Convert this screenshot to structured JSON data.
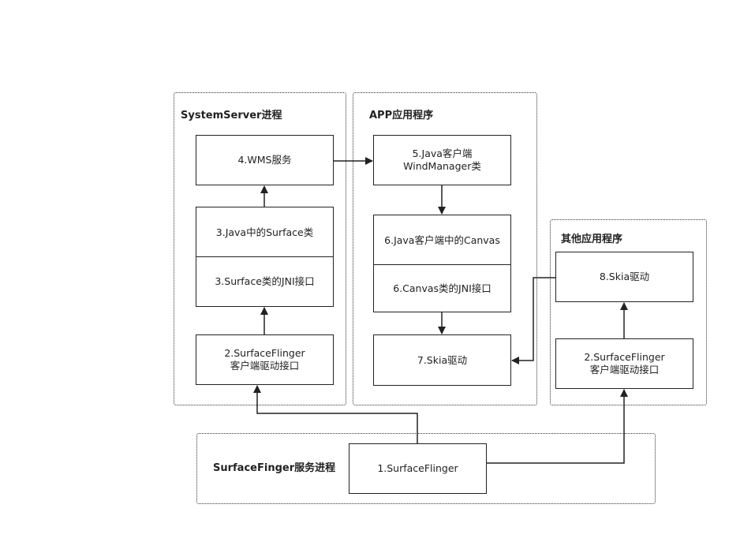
{
  "groups": {
    "systemserver": "SystemServer进程",
    "app": "APP应用程序",
    "other": "其他应用程序",
    "surfaceflinger": "SurfaceFinger服务进程"
  },
  "nodes": {
    "wms": [
      "4.WMS服务"
    ],
    "java_surface": [
      "3.Java中的Surface类"
    ],
    "surface_jni": [
      "3.Surface类的JNI接口"
    ],
    "sf_client_ss": [
      "2.SurfaceFlinger",
      "客户端驱动接口"
    ],
    "java_wm": [
      "5.Java客户端",
      "WindManager类"
    ],
    "java_canvas": [
      "6.Java客户端中的Canvas"
    ],
    "canvas_jni": [
      "6.Canvas类的JNI接口"
    ],
    "skia_app": [
      "7.Skia驱动"
    ],
    "skia_other": [
      "8.Skia驱动"
    ],
    "sf_client_other": [
      "2.SurfaceFlinger",
      "客户端驱动接口"
    ],
    "surfaceflinger": [
      "1.SurfaceFlinger"
    ]
  },
  "colors": {
    "stroke": "#222222",
    "group_border": "#333333"
  }
}
